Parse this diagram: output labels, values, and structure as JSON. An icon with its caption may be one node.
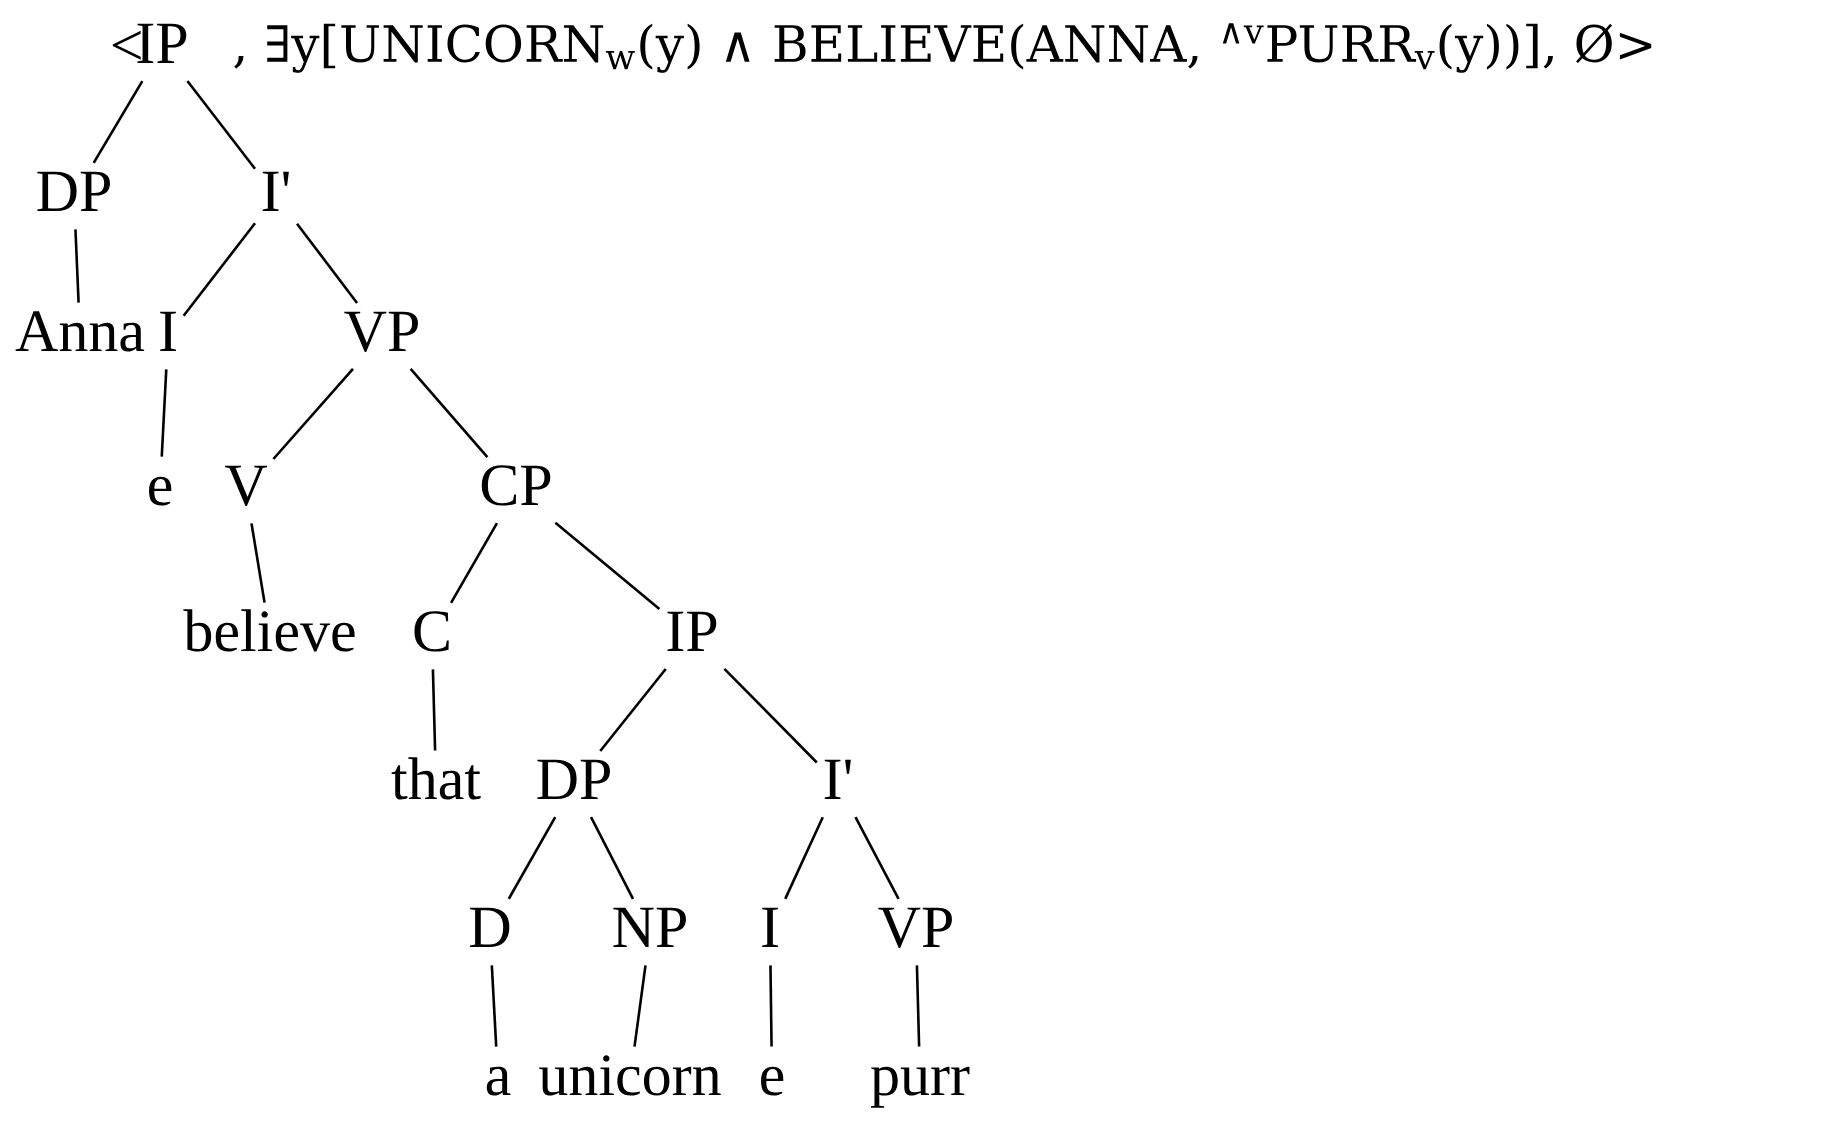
{
  "diagram": {
    "nodes": [
      {
        "text": [
          "IP"
        ]
      },
      {
        "text": [
          "DP"
        ]
      },
      {
        "text": [
          "I'"
        ]
      },
      {
        "text": [
          "Anna"
        ]
      },
      {
        "text": [
          "I"
        ]
      },
      {
        "text": [
          "VP"
        ]
      },
      {
        "text": [
          "e"
        ]
      },
      {
        "text": [
          "V"
        ]
      },
      {
        "text": [
          "CP"
        ]
      },
      {
        "text": [
          "believe"
        ]
      },
      {
        "text": [
          "C"
        ]
      },
      {
        "text": [
          "IP"
        ]
      },
      {
        "text": [
          "that"
        ]
      },
      {
        "text": [
          "DP"
        ]
      },
      {
        "text": [
          "I'"
        ]
      },
      {
        "text": [
          "D"
        ]
      },
      {
        "text": [
          "NP"
        ]
      },
      {
        "text": [
          "I"
        ]
      },
      {
        "text": [
          "VP"
        ]
      },
      {
        "text": [
          "a"
        ]
      },
      {
        "text": [
          "unicorn"
        ]
      },
      {
        "text": [
          "e"
        ]
      },
      {
        "text": [
          "purr"
        ]
      }
    ],
    "edges": [
      {
        "from": 0,
        "to": 1,
        "arrow": "none"
      },
      {
        "from": 0,
        "to": 2,
        "arrow": "none"
      },
      {
        "from": 1,
        "to": 3,
        "arrow": "none"
      },
      {
        "from": 2,
        "to": 4,
        "arrow": "none"
      },
      {
        "from": 2,
        "to": 5,
        "arrow": "none"
      },
      {
        "from": 4,
        "to": 6,
        "arrow": "none"
      },
      {
        "from": 5,
        "to": 7,
        "arrow": "none"
      },
      {
        "from": 5,
        "to": 8,
        "arrow": "none"
      },
      {
        "from": 7,
        "to": 9,
        "arrow": "none"
      },
      {
        "from": 8,
        "to": 10,
        "arrow": "none"
      },
      {
        "from": 8,
        "to": 11,
        "arrow": "none"
      },
      {
        "from": 10,
        "to": 12,
        "arrow": "none"
      },
      {
        "from": 11,
        "to": 13,
        "arrow": "none"
      },
      {
        "from": 11,
        "to": 14,
        "arrow": "none"
      },
      {
        "from": 13,
        "to": 15,
        "arrow": "none"
      },
      {
        "from": 13,
        "to": 16,
        "arrow": "none"
      },
      {
        "from": 14,
        "to": 17,
        "arrow": "none"
      },
      {
        "from": 14,
        "to": 18,
        "arrow": "none"
      },
      {
        "from": 15,
        "to": 19,
        "arrow": "none"
      },
      {
        "from": 16,
        "to": 20,
        "arrow": "none"
      },
      {
        "from": 17,
        "to": 21,
        "arrow": "none"
      },
      {
        "from": 18,
        "to": 22,
        "arrow": "none"
      }
    ],
    "labels": [
      "<",
      ", ∃y[UNICORN$_{w}$(y) ∧ BELIEVE(ANNA, $^{∧v}$PURR$_{v}$(y))], Ø>"
    ]
  }
}
